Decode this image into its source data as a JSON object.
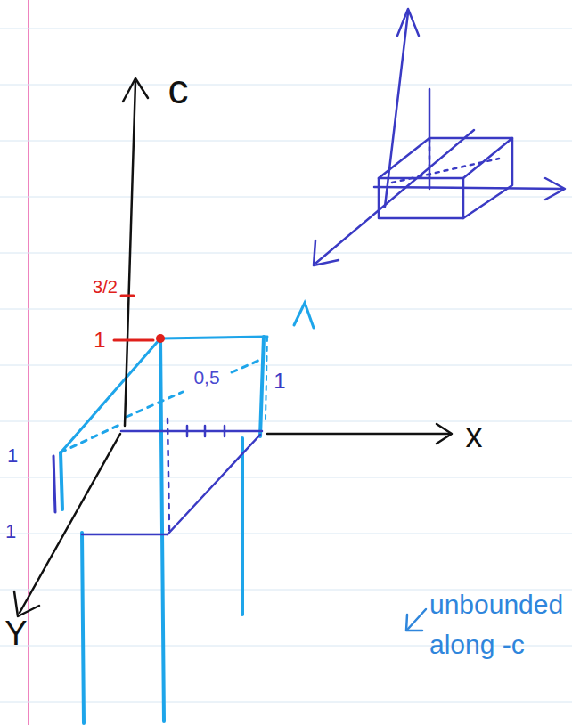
{
  "diagram": {
    "labels": [
      "c",
      "3/2",
      "1",
      "0,5",
      "1",
      "x",
      "1",
      "1",
      "Y",
      "unbounded along -c"
    ]
  }
}
